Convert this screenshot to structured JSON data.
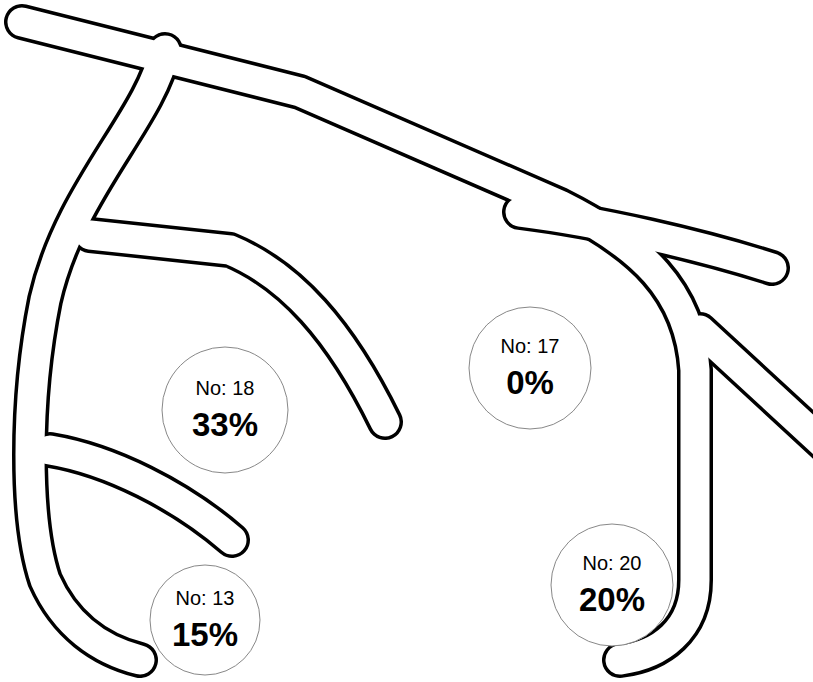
{
  "diagram": {
    "nodes": [
      {
        "text": [
          "No: 17",
          "0%"
        ]
      },
      {
        "text": [
          "No: 18",
          "33%"
        ]
      },
      {
        "text": [
          "No: 20",
          "20%"
        ]
      },
      {
        "text": [
          "No: 13",
          "15%"
        ]
      }
    ]
  }
}
